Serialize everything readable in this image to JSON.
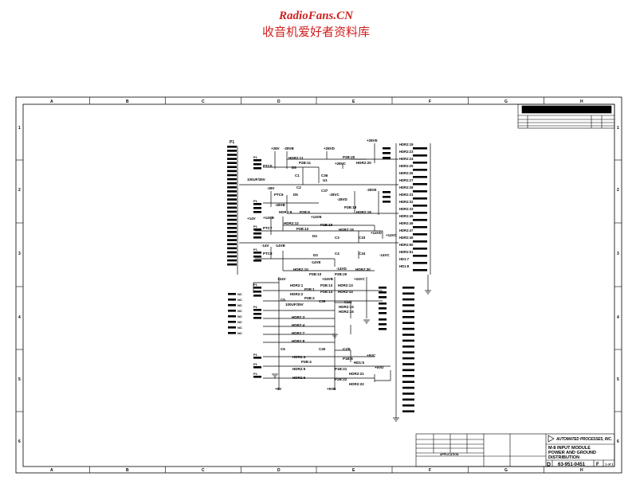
{
  "watermark": {
    "site": "RadioFans.CN",
    "subtitle": "收音机爱好者资料库"
  },
  "frame": {
    "columns": [
      "A",
      "B",
      "C",
      "D",
      "E",
      "F",
      "G",
      "H"
    ],
    "rows": [
      "1",
      "2",
      "3",
      "4",
      "5",
      "6"
    ]
  },
  "schematic": {
    "connector_left": "P1",
    "labels": [
      "+28V",
      "-28VB",
      "+28VD",
      "+28VE",
      "HDR2:11",
      "P2B:11",
      "P2B:20",
      "HDR2:20",
      "+28VC",
      "PTC5",
      "D6",
      "C1",
      "C36",
      "U1",
      "100UF/35V",
      "-28V",
      "-28VC",
      "-28VE",
      "PTC6",
      "D5",
      "C2",
      "C37",
      "-28VD",
      "-28VB",
      "HDR2:9",
      "P2B:9",
      "P2B:18",
      "HDR2:18",
      "+14V",
      "+14VB",
      "+14VE",
      "HDR2:12",
      "P2B:12",
      "P2B:19",
      "HDR2:19",
      "+14VD",
      "PTC7",
      "D4",
      "C3",
      "C33",
      "+14VC",
      "-14V",
      "-14VB",
      "PTC8",
      "D3",
      "C4",
      "C34",
      "-14VC",
      "-14VE",
      "-14VD",
      "HDR2:10",
      "P2B:10",
      "P2B:20",
      "HDR2:30",
      "+24V",
      "+24VB",
      "+24VC",
      "HDR2:1",
      "P2B:1",
      "HDR2:2",
      "P2B:2",
      "P2B:13",
      "HDR2:13",
      "P2B:14",
      "HDR2:14",
      "C5",
      "100UF/35V",
      "C39",
      "C1/8",
      "HDR2:15",
      "HDR2:16",
      "HDR2:3",
      "HDR2:4",
      "HDR2:7",
      "HDR2:8",
      "C6",
      "C40",
      "C1/9",
      "HDR2:4",
      "P2B:4",
      "P1B:5",
      "HD1:5",
      "HDR2:5",
      "P1B:21",
      "HDR2:21",
      "HDR2:6",
      "P2B:22",
      "HDR2:22",
      "+5VC",
      "+5VD",
      "+5V",
      "+5VB"
    ],
    "nc_label": "NC",
    "hdr_right": [
      "HDR2:19",
      "HDR2:23",
      "HDR2:24",
      "HDR2:25",
      "HDR2:26",
      "HDR2:27",
      "HDR2:28",
      "HDR2:31",
      "HDR2:32",
      "HDR2:33",
      "HDR2:45",
      "HDR2:46",
      "HDR2:47",
      "HDR2:49",
      "HDR2:50",
      "HDR2:51",
      "HD1:7",
      "HD1:8"
    ],
    "p_pins": [
      "P1",
      "P2",
      "P3"
    ]
  },
  "title_block": {
    "company": "AUTOMATED PROCESSES, INC.",
    "title_line1": "M-8 INPUT MODULE",
    "title_line2": "POWER AND GROUND",
    "title_line3": "DISTRIBUTION",
    "size": "D",
    "drawing_number": "63-951-0451",
    "rev": "F",
    "sheet": "1 of 1",
    "application_label": "APPLICATION"
  }
}
